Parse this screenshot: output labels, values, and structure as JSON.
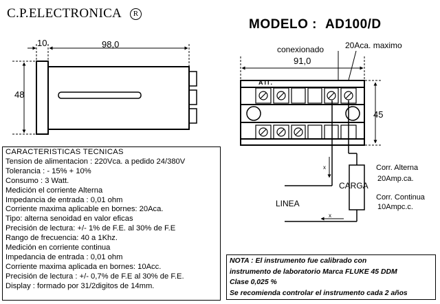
{
  "header": {
    "company": "C.P.ELECTRONICA",
    "registered_mark": "R",
    "model_label": "MODELO :",
    "model_value": "AD100/D"
  },
  "side_view": {
    "dim_depth_front": "10",
    "dim_depth_body": "98,0",
    "dim_height": "48"
  },
  "connection_diagram": {
    "label_connection": "conexionado",
    "label_max_current": "20Aca. maximo",
    "dim_width": "91,0",
    "dim_height": "45",
    "terminal_label": "Ali.",
    "label_line": "LINEA",
    "label_load": "CARGA",
    "current_marker_upper": "x",
    "current_marker_lower": "x",
    "ac_current_title": "Corr. Alterna",
    "ac_current_value": "20Amp.ca.",
    "dc_current_title": "Corr. Continua",
    "dc_current_value": "10Ampc.c."
  },
  "specs": {
    "title": "CARACTERISTICAS TECNICAS",
    "lines": [
      "Tension de alimentacion : 220Vca.  a pedido 24/380V",
      "Tolerancia : - 15% + 10%",
      "Consumo : 3 Watt.",
      "Medición el corriente Alterna",
      "Impedancia de entrada : 0,01 ohm",
      "Corriente maxima aplicable en bornes: 20Aca.",
      "Tipo: alterna senoidad en valor eficas",
      "Precisión de lectura: +/- 1% de F.E. al 30% de F.E",
      "Rango de frecuencia: 40 a 1Khz.",
      "Medición en corriente continua",
      "Impedancia de entrada : 0,01 ohm",
      "Corriente maxima aplicada en bornes: 10Acc.",
      "Precisión de lectura : +/- 0,7% de F.E al 30% de F.E.",
      "Display : formado por 31/2digitos de 14mm."
    ]
  },
  "note": {
    "lines": [
      "NOTA : El instrumento fue calibrado con",
      "instrumento de laboratorio Marca FLUKE 45 DDM",
      "Clase 0,025 %",
      "Se recomienda controlar el instrumento cada 2 años"
    ]
  }
}
